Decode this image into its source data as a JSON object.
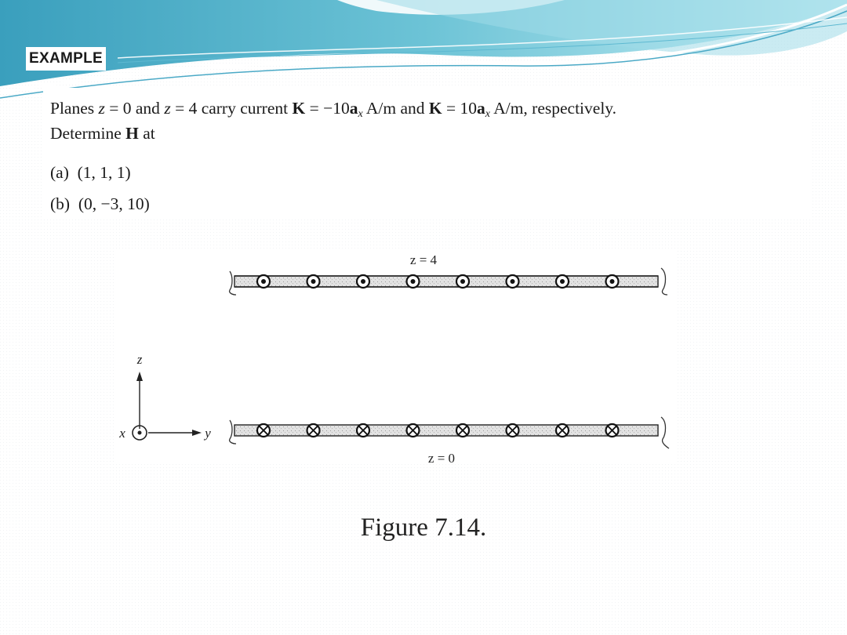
{
  "heading": "EXAMPLE",
  "problem": {
    "line1": {
      "t1": "Planes ",
      "z1": "z",
      "t2": " = 0 and ",
      "z2": "z",
      "t3": " = 4 carry current ",
      "K1": "K",
      "t4": " = −10",
      "a1": "a",
      "sub1": "x",
      "t5": " A/m and ",
      "K2": "K",
      "t6": " = 10",
      "a2": "a",
      "sub2": "x",
      "t7": " A/m, respectively."
    },
    "line2": {
      "t1": "Determine ",
      "H": "H",
      "t2": " at"
    },
    "parts": [
      {
        "label": "(a)",
        "point": "(1, 1, 1)"
      },
      {
        "label": "(b)",
        "point": "(0, −3, 10)"
      }
    ]
  },
  "figure": {
    "top_plane_label": "z = 4",
    "bottom_plane_label": "z = 0",
    "axis_z": "z",
    "axis_x": "x",
    "axis_y": "y",
    "top_plane_symbol": "dot (out of page)",
    "bottom_plane_symbol": "cross (into page)",
    "conductor_count": 8
  },
  "caption": "Figure 7.14.",
  "colors": {
    "background": "#ffffff",
    "swoosh_light": "#a9e2ec",
    "swoosh_mid": "#6cc3d6",
    "swoosh_dark": "#3a9fbd",
    "plane_fill": "#d9d9d9"
  }
}
